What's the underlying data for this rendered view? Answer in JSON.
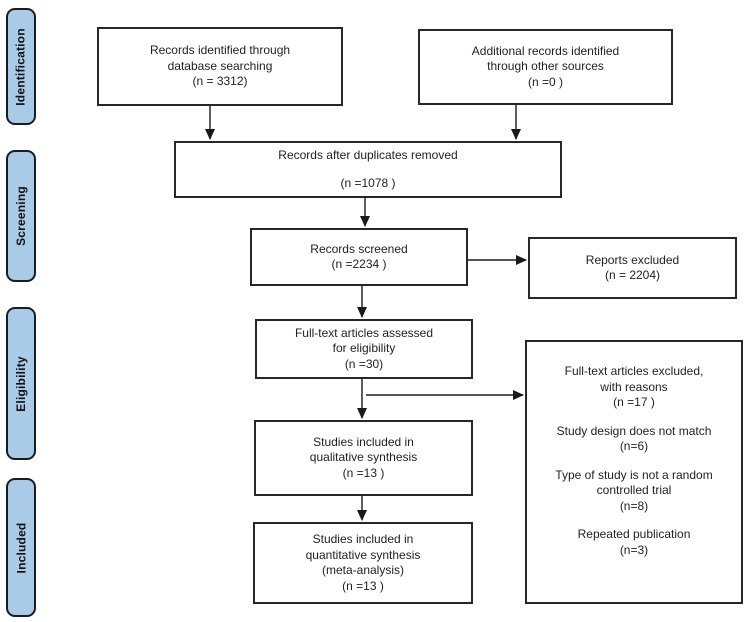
{
  "stages": [
    {
      "label": "Identification"
    },
    {
      "label": "Screening"
    },
    {
      "label": "Eligibility"
    },
    {
      "label": "Included"
    }
  ],
  "boxes": {
    "identified": {
      "lines": [
        "Records identified through",
        "database searching",
        "(n = 3312)"
      ]
    },
    "additional": {
      "lines": [
        "Additional records identified",
        "through other sources",
        "(n =0 )"
      ]
    },
    "duplicates": {
      "title": "Records after duplicates removed",
      "count": "(n =1078 )"
    },
    "screened": {
      "lines": [
        "Records screened",
        "(n =2234 )"
      ]
    },
    "reports_excluded": {
      "lines": [
        "Reports excluded",
        "(n = 2204)"
      ]
    },
    "fulltext": {
      "lines": [
        "Full-text articles assessed",
        "for eligibility",
        "(n =30)"
      ]
    },
    "fulltext_excluded": {
      "groups": [
        {
          "lines": [
            "Full-text articles excluded,",
            "with reasons",
            "(n =17 )"
          ]
        },
        {
          "lines": [
            "Study design does not match",
            "(n=6)"
          ]
        },
        {
          "lines": [
            "Type of study is not a random",
            "controlled trial",
            "(n=8)"
          ]
        },
        {
          "lines": [
            "Repeated publication",
            "(n=3)"
          ]
        }
      ]
    },
    "qualitative": {
      "lines": [
        "Studies included in",
        "qualitative synthesis",
        "(n =13 )"
      ]
    },
    "quantitative": {
      "lines": [
        "Studies included in",
        "quantitative synthesis",
        "(meta-analysis)",
        "(n =13 )"
      ]
    }
  },
  "colors": {
    "stage_fill": "#a9cbe8",
    "stage_border": "#191c20",
    "box_border": "#272727",
    "arrow": "#1a1a1a",
    "text": "#1f1f1f",
    "background": "#ffffff"
  }
}
